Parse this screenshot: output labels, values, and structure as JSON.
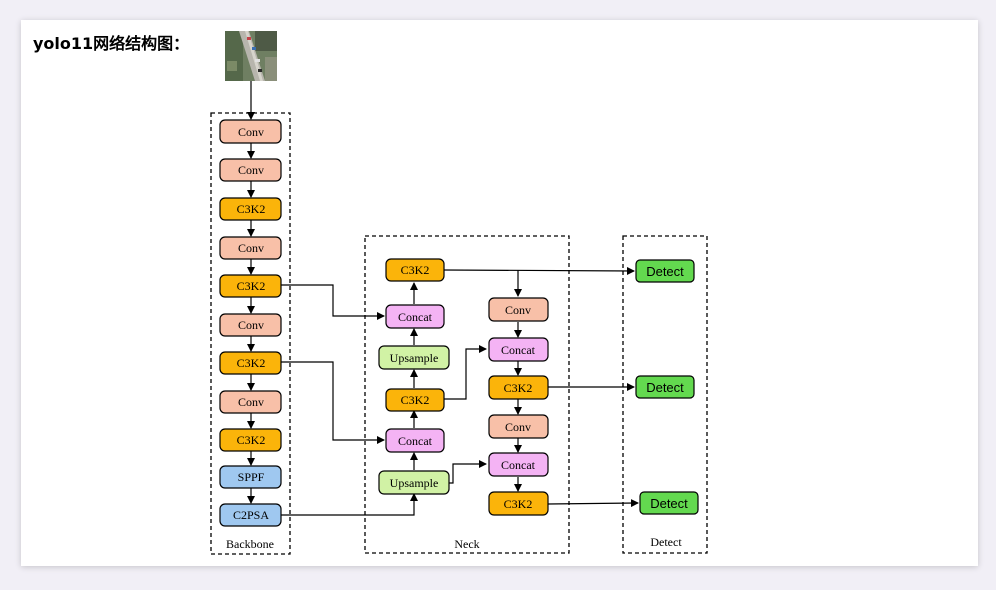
{
  "title": "yolo11网络结构图：",
  "colors": {
    "conv": "#f8c0a8",
    "c3k2": "#fbb40a",
    "concat": "#f4b3f4",
    "upsample": "#d1f2a5",
    "blue": "#9fc8f0",
    "detect": "#63d94f"
  },
  "regions": {
    "backbone": "Backbone",
    "neck": "Neck",
    "detect": "Detect"
  },
  "backbone": [
    "Conv",
    "Conv",
    "C3K2",
    "Conv",
    "C3K2",
    "Conv",
    "C3K2",
    "Conv",
    "C3K2",
    "SPPF",
    "C2PSA"
  ],
  "neck": {
    "left": [
      "C3K2",
      "Concat",
      "Upsample",
      "C3K2",
      "Concat",
      "Upsample"
    ],
    "right": [
      "Conv",
      "Concat",
      "C3K2",
      "Conv",
      "Concat",
      "C3K2"
    ]
  },
  "detect": [
    "Detect",
    "Detect",
    "Detect"
  ]
}
